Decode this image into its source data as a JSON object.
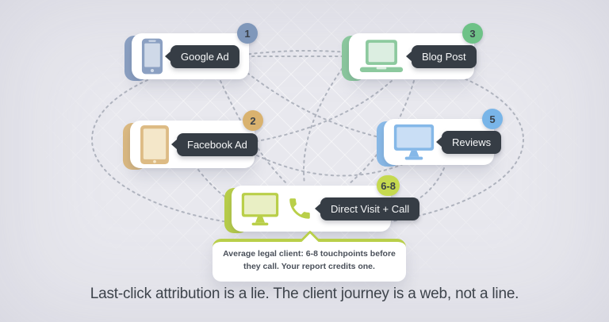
{
  "colors": {
    "background": "#e8e8ee",
    "card": "#ffffff",
    "tooltip": "#363d45",
    "connector": "#9aa0ac",
    "google_accent": "#8ba0c2",
    "blog_accent": "#8cc99e",
    "facebook_accent": "#dcba82",
    "reviews_accent": "#8abbe9",
    "direct_accent": "#b9cf49"
  },
  "diagram": {
    "nodes": [
      {
        "id": "google-ad",
        "label": "Google Ad",
        "badge": "1",
        "icon": "smartphone-icon",
        "color": "#8ba0c2"
      },
      {
        "id": "facebook-ad",
        "label": "Facebook Ad",
        "badge": "2",
        "icon": "tablet-icon",
        "color": "#dcba82"
      },
      {
        "id": "blog-post",
        "label": "Blog Post",
        "badge": "3",
        "icon": "laptop-icon",
        "color": "#8cc99e"
      },
      {
        "id": "reviews",
        "label": "Reviews",
        "badge": "5",
        "icon": "monitor-icon",
        "color": "#8abbe9"
      },
      {
        "id": "direct-visit",
        "label": "Direct Visit + Call",
        "badge": "6-8",
        "icon": "monitor-icon, phone-call-icon",
        "color": "#b9cf49"
      }
    ],
    "connections": "dashed web of curves linking all five touchpoints plus surrounding ellipse",
    "callout": {
      "text": "Average legal client: 6-8 touchpoints before they call. Your report credits one."
    }
  },
  "caption": "Last-click attribution is a lie. The client journey is a web, not a line."
}
